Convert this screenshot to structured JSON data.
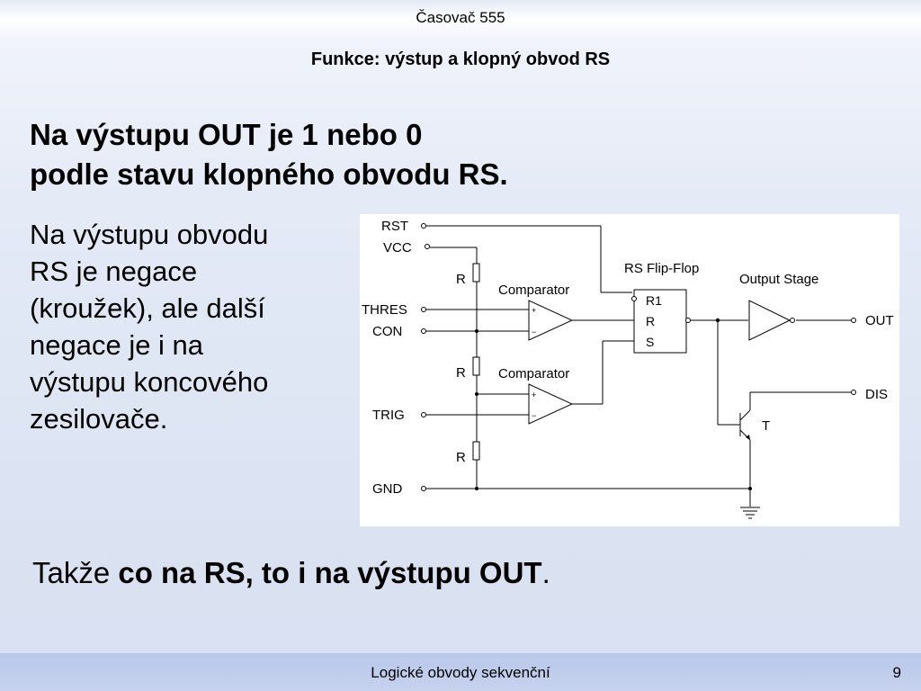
{
  "slide": {
    "top_title": "Časovač 555",
    "subtitle": "Funkce: výstup a klopný obvod RS",
    "heading": [
      "Na výstupu OUT je 1 nebo 0",
      "podle stavu klopného obvodu RS."
    ],
    "body": [
      "Na výstupu obvodu",
      "RS je negace",
      "(kroužek), ale další",
      "negace je i na",
      "výstupu koncového",
      "zesilovače."
    ],
    "conclusion": {
      "plain1": "Takže ",
      "bold": "co na RS, to i na výstupu OUT",
      "plain2": "."
    },
    "footer": "Logické obvody sekvenční",
    "page_number": "9"
  },
  "diagram": {
    "pins": {
      "rst": "RST",
      "vcc": "VCC",
      "thres": "THRES",
      "con": "CON",
      "trig": "TRIG",
      "gnd": "GND",
      "out": "OUT",
      "dis": "DIS"
    },
    "resistor_label": "R",
    "comparator_label": "Comparator",
    "flipflop_label": "RS Flip-Flop",
    "flipflop_inputs": [
      "R1",
      "R",
      "S"
    ],
    "output_stage_label": "Output Stage",
    "transistor_label": "T",
    "plus_sign": "+",
    "minus_sign": "−"
  }
}
